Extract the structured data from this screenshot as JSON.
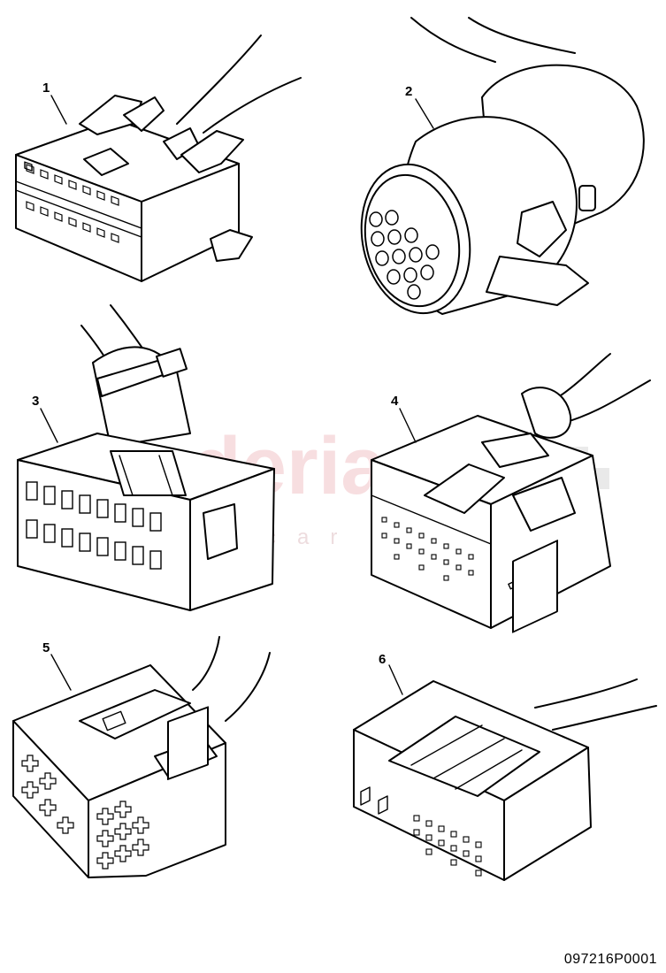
{
  "parts": [
    {
      "number": "1",
      "icon": "rectangular-connector-icon"
    },
    {
      "number": "2",
      "icon": "round-connector-icon"
    },
    {
      "number": "3",
      "icon": "connector-with-cable-tie-icon"
    },
    {
      "number": "4",
      "icon": "locking-connector-icon"
    },
    {
      "number": "5",
      "icon": "coded-connector-icon"
    },
    {
      "number": "6",
      "icon": "housing-connector-icon"
    }
  ],
  "watermark": {
    "brand": "scuderia",
    "sub": "car parts",
    "color": "#f2c4c8"
  },
  "diagram_ref": "097216P0001"
}
